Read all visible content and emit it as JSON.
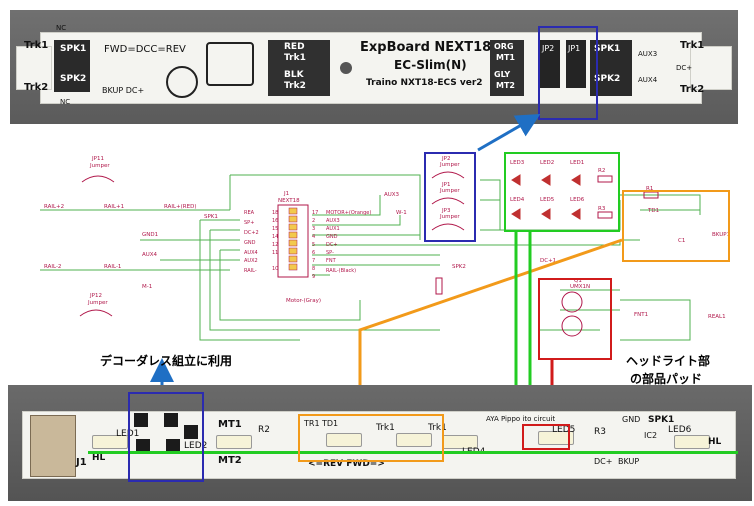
{
  "annotations": {
    "decoderless": "デコーダレス組立に利用",
    "headlight_line1": "ヘッドライト部",
    "headlight_line2": "の部品パッド"
  },
  "top_board": {
    "title": "ExpBoard NEXT18",
    "subtitle": "EC-Slim(N)",
    "version": "Traino NXT18-ECS ver2",
    "fwd_label": "FWD=DCC=REV",
    "trk1_left": "Trk1",
    "trk2_left": "Trk2",
    "nc_top": "NC",
    "nc_bottom": "NC",
    "spk1_left": "SPK1",
    "spk2_left": "SPK2",
    "bkup": "BKUP DC+",
    "red": "RED",
    "red_trk": "Trk1",
    "blk": "BLK",
    "blk_trk": "Trk2",
    "org": "ORG",
    "mt1": "MT1",
    "gly": "GLY",
    "mt2": "MT2",
    "jp2": "JP2",
    "jp1": "JP1",
    "spk1_right": "SPK1",
    "spk2_right": "SPK2",
    "trk1_right": "Trk1",
    "trk2_right": "Trk2",
    "aux3": "AUX3",
    "aux4": "AUX4",
    "dc_plus": "DC+"
  },
  "schematic": {
    "jp11": "JP11",
    "jp11_sub": "Jumper",
    "jp12": "JP12",
    "jp12_sub": "Jumper",
    "rail_plus2": "RAIL+2",
    "rail_plus1": "RAIL+1",
    "rail_plus_red": "RAIL+(RED)",
    "rail_minus2": "RAIL-2",
    "rail_minus1": "RAIL-1",
    "gnd1": "GND1",
    "aux4": "AUX4",
    "m_minus": "M-1",
    "spk1": "SPK1",
    "j1": "J1",
    "next18": "NEXT18",
    "pins_left": [
      "REA",
      "SP+",
      "DC+2",
      "GND",
      "AUX4",
      "AUX2",
      "RAIL-"
    ],
    "pins_left_num": [
      "18",
      "16",
      "15",
      "14",
      "12",
      "11",
      "10"
    ],
    "pins_right_num": [
      "17",
      "2",
      "3",
      "4",
      "5",
      "6",
      "7",
      "8",
      "9"
    ],
    "pins_right": [
      "MOTOR+(Orange)",
      "AUX3",
      "AUX1",
      "GND",
      "DC+",
      "SP-",
      "FNT",
      "RAIL-(Black)"
    ],
    "motor_gray": "Motor-(Gray)",
    "aux3": "AUX3",
    "w1": "W-1",
    "spk2": "SPK2",
    "jp2": "JP2",
    "jp2_sub": "Jumper",
    "jp1": "JP1",
    "jp1_sub": "Jumper",
    "jp3": "JP3",
    "jp3_sub": "Jumper",
    "led_labels": [
      "LED3",
      "LED2",
      "LED1",
      "LED4",
      "LED5",
      "LED6"
    ],
    "r2": "R2",
    "r3": "R3",
    "dc1": "DC+1",
    "r1": "R1",
    "td1": "TD1",
    "c1": "C1",
    "bkup1": "BKUP1",
    "q1": "Q1",
    "umx1n": "UMX1N",
    "fnt1": "FNT1",
    "real1": "REAL1"
  },
  "bottom_board": {
    "j1": "J1",
    "led1": "LED1",
    "hl": "HL",
    "led2": "LED2",
    "mt1": "MT1",
    "mt2": "MT2",
    "r2": "R2",
    "tr1": "TR1",
    "td1": "TD1",
    "trk1a": "Trk1",
    "trk1b": "Trk1",
    "rev_fwd": "<=REV FWD=>",
    "led4": "LED4",
    "led5": "LED5",
    "circuit": "AYA Pippo ito circuit",
    "r3": "R3",
    "gnd": "GND",
    "spk1": "SPK1",
    "ic2": "IC2",
    "led6": "LED6",
    "hl_right": "HL",
    "dc_plus": "DC+",
    "bkup": "BKUP"
  },
  "colors": {
    "blue": "#2b2bb0",
    "green": "#22cc22",
    "orange": "#f29a1a",
    "red": "#d11b1b",
    "arrow_blue": "#1f6fc4",
    "schematic_line": "#4fb14f",
    "schematic_text": "#b0174a"
  }
}
